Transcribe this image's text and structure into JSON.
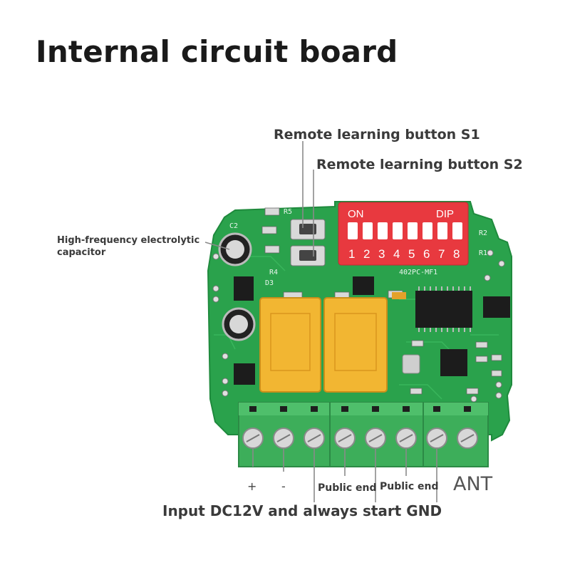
{
  "title": "Internal circuit board",
  "labels": {
    "s1": "Remote learning button S1",
    "s2": "Remote learning button S2",
    "capacitor_line1": "High-frequency electrolytic",
    "capacitor_line2": "capacitor",
    "plus": "+",
    "minus": "-",
    "public_end_1": "Public end",
    "public_end_2": "Public end",
    "ant": "ANT",
    "input": "Input DC12V and always start GND"
  },
  "dip_switch": {
    "on_label": "ON",
    "dip_label": "DIP",
    "numbers": [
      "1",
      "2",
      "3",
      "4",
      "5",
      "6",
      "7",
      "8"
    ]
  },
  "board_markings": {
    "model": "402PC-MF1",
    "r5": "R5",
    "c2": "C2",
    "r4": "R4",
    "d3": "D3",
    "r2": "R2",
    "r1": "R1"
  },
  "colors": {
    "pcb": "#2aa24c",
    "dip": "#e8393f",
    "relay": "#f2b632",
    "terminal": "#3dae5a"
  }
}
